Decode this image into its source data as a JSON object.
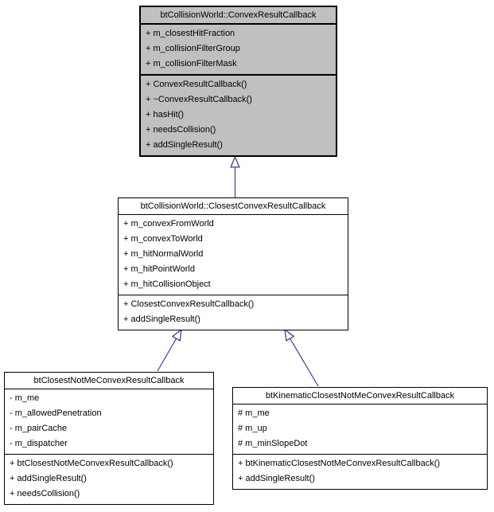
{
  "diagram": {
    "kind": "uml-class-inheritance",
    "background_color": "#ffffff",
    "border_color": "#000000",
    "arrow_color": "#3c3c95",
    "arrowhead_fill": "#ffffff",
    "root_fill": "#c0c0c0",
    "node_fill": "#ffffff",
    "classes": [
      {
        "title": "btCollisionWorld::ConvexResultCallback",
        "fill": "#c0c0c0",
        "attributes": [
          "+ m_closestHitFraction",
          "+ m_collisionFilterGroup",
          "+ m_collisionFilterMask"
        ],
        "methods": [
          "+ ConvexResultCallback()",
          "+ ~ConvexResultCallback()",
          "+ hasHit()",
          "+ needsCollision()",
          "+ addSingleResult()"
        ]
      },
      {
        "title": "btCollisionWorld::ClosestConvexResultCallback",
        "fill": "#ffffff",
        "attributes": [
          "+ m_convexFromWorld",
          "+ m_convexToWorld",
          "+ m_hitNormalWorld",
          "+ m_hitPointWorld",
          "+ m_hitCollisionObject"
        ],
        "methods": [
          "+ ClosestConvexResultCallback()",
          "+ addSingleResult()"
        ]
      },
      {
        "title": "btClosestNotMeConvexResultCallback",
        "fill": "#ffffff",
        "attributes": [
          "- m_me",
          "- m_allowedPenetration",
          "- m_pairCache",
          "- m_dispatcher"
        ],
        "methods": [
          "+ btClosestNotMeConvexResultCallback()",
          "+ addSingleResult()",
          "+ needsCollision()"
        ]
      },
      {
        "title": "btKinematicClosestNotMeConvexResultCallback",
        "fill": "#ffffff",
        "attributes": [
          "# m_me",
          "# m_up",
          "# m_minSlopeDot"
        ],
        "methods": [
          "+ btKinematicClosestNotMeConvexResultCallback()",
          "+ addSingleResult()"
        ]
      }
    ],
    "relations": [
      {
        "type": "inheritance",
        "from": "btCollisionWorld::ClosestConvexResultCallback",
        "to": "btCollisionWorld::ConvexResultCallback"
      },
      {
        "type": "inheritance",
        "from": "btClosestNotMeConvexResultCallback",
        "to": "btCollisionWorld::ClosestConvexResultCallback"
      },
      {
        "type": "inheritance",
        "from": "btKinematicClosestNotMeConvexResultCallback",
        "to": "btCollisionWorld::ClosestConvexResultCallback"
      }
    ]
  }
}
